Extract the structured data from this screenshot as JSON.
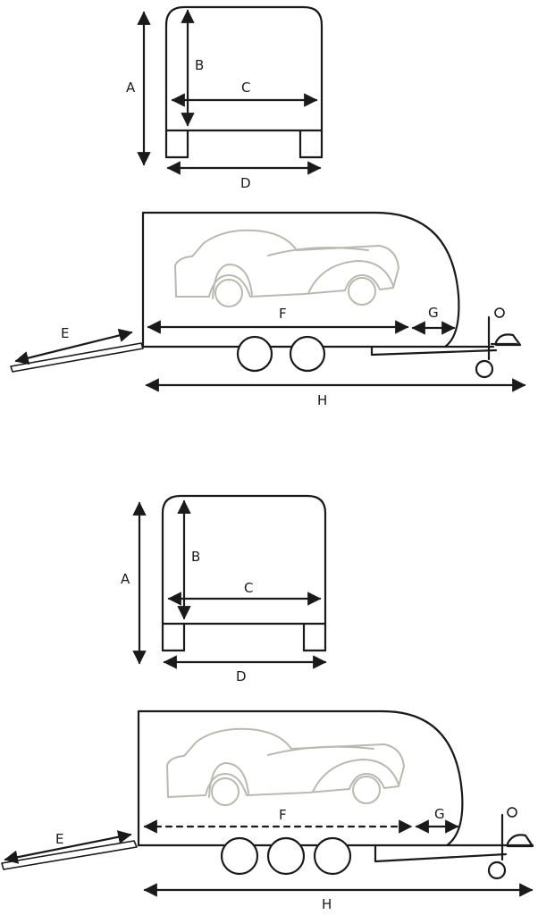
{
  "diagrams": [
    {
      "labels": {
        "A": "A",
        "B": "B",
        "C": "C",
        "D": "D",
        "E": "E",
        "F": "F",
        "G": "G",
        "H": "H"
      }
    },
    {
      "labels": {
        "A": "A",
        "B": "B",
        "C": "C",
        "D": "D",
        "E": "E",
        "F": "F",
        "G": "G",
        "H": "H"
      }
    }
  ],
  "colors": {
    "line": "#1a1a1a",
    "car_outline": "#b9b9b0",
    "background": "#ffffff"
  }
}
